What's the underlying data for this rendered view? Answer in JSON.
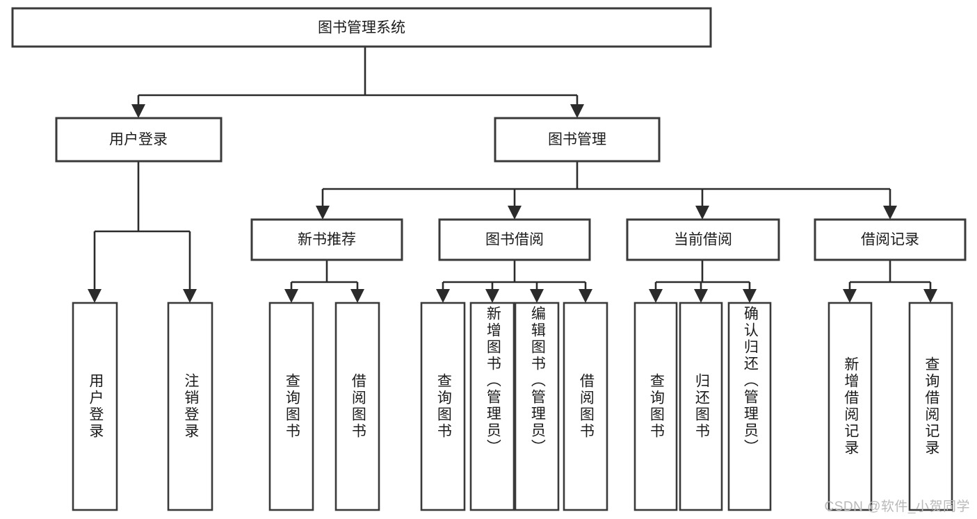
{
  "diagram": {
    "title": "图书管理系统",
    "type": "tree-hierarchy-diagram",
    "colors": {
      "box_stroke": "#3a3a3a",
      "connector": "#2b2b2b",
      "background": "#ffffff",
      "text": "#1b1b1b",
      "watermark": "#b9b9b9"
    },
    "root": {
      "label": "图书管理系统"
    },
    "level2": [
      {
        "label": "用户登录"
      },
      {
        "label": "图书管理"
      }
    ],
    "level3": [
      {
        "label": "新书推荐"
      },
      {
        "label": "图书借阅"
      },
      {
        "label": "当前借阅"
      },
      {
        "label": "借阅记录"
      }
    ],
    "leaves": {
      "user_login": [
        {
          "label": "用户登录"
        },
        {
          "label": "注销登录"
        }
      ],
      "new_book_recommend": [
        {
          "label": "查询图书"
        },
        {
          "label": "借阅图书"
        }
      ],
      "book_borrow": [
        {
          "label": "查询图书"
        },
        {
          "label": "新增图书（管理员）"
        },
        {
          "label": "编辑图书（管理员）"
        },
        {
          "label": "借阅图书"
        }
      ],
      "current_borrow": [
        {
          "label": "查询图书"
        },
        {
          "label": "归还图书"
        },
        {
          "label": "确认归还（管理员）"
        }
      ],
      "borrow_records": [
        {
          "label": "新增借阅记录"
        },
        {
          "label": "查询借阅记录"
        }
      ]
    },
    "watermark": "CSDN @软件_小贺同学"
  }
}
